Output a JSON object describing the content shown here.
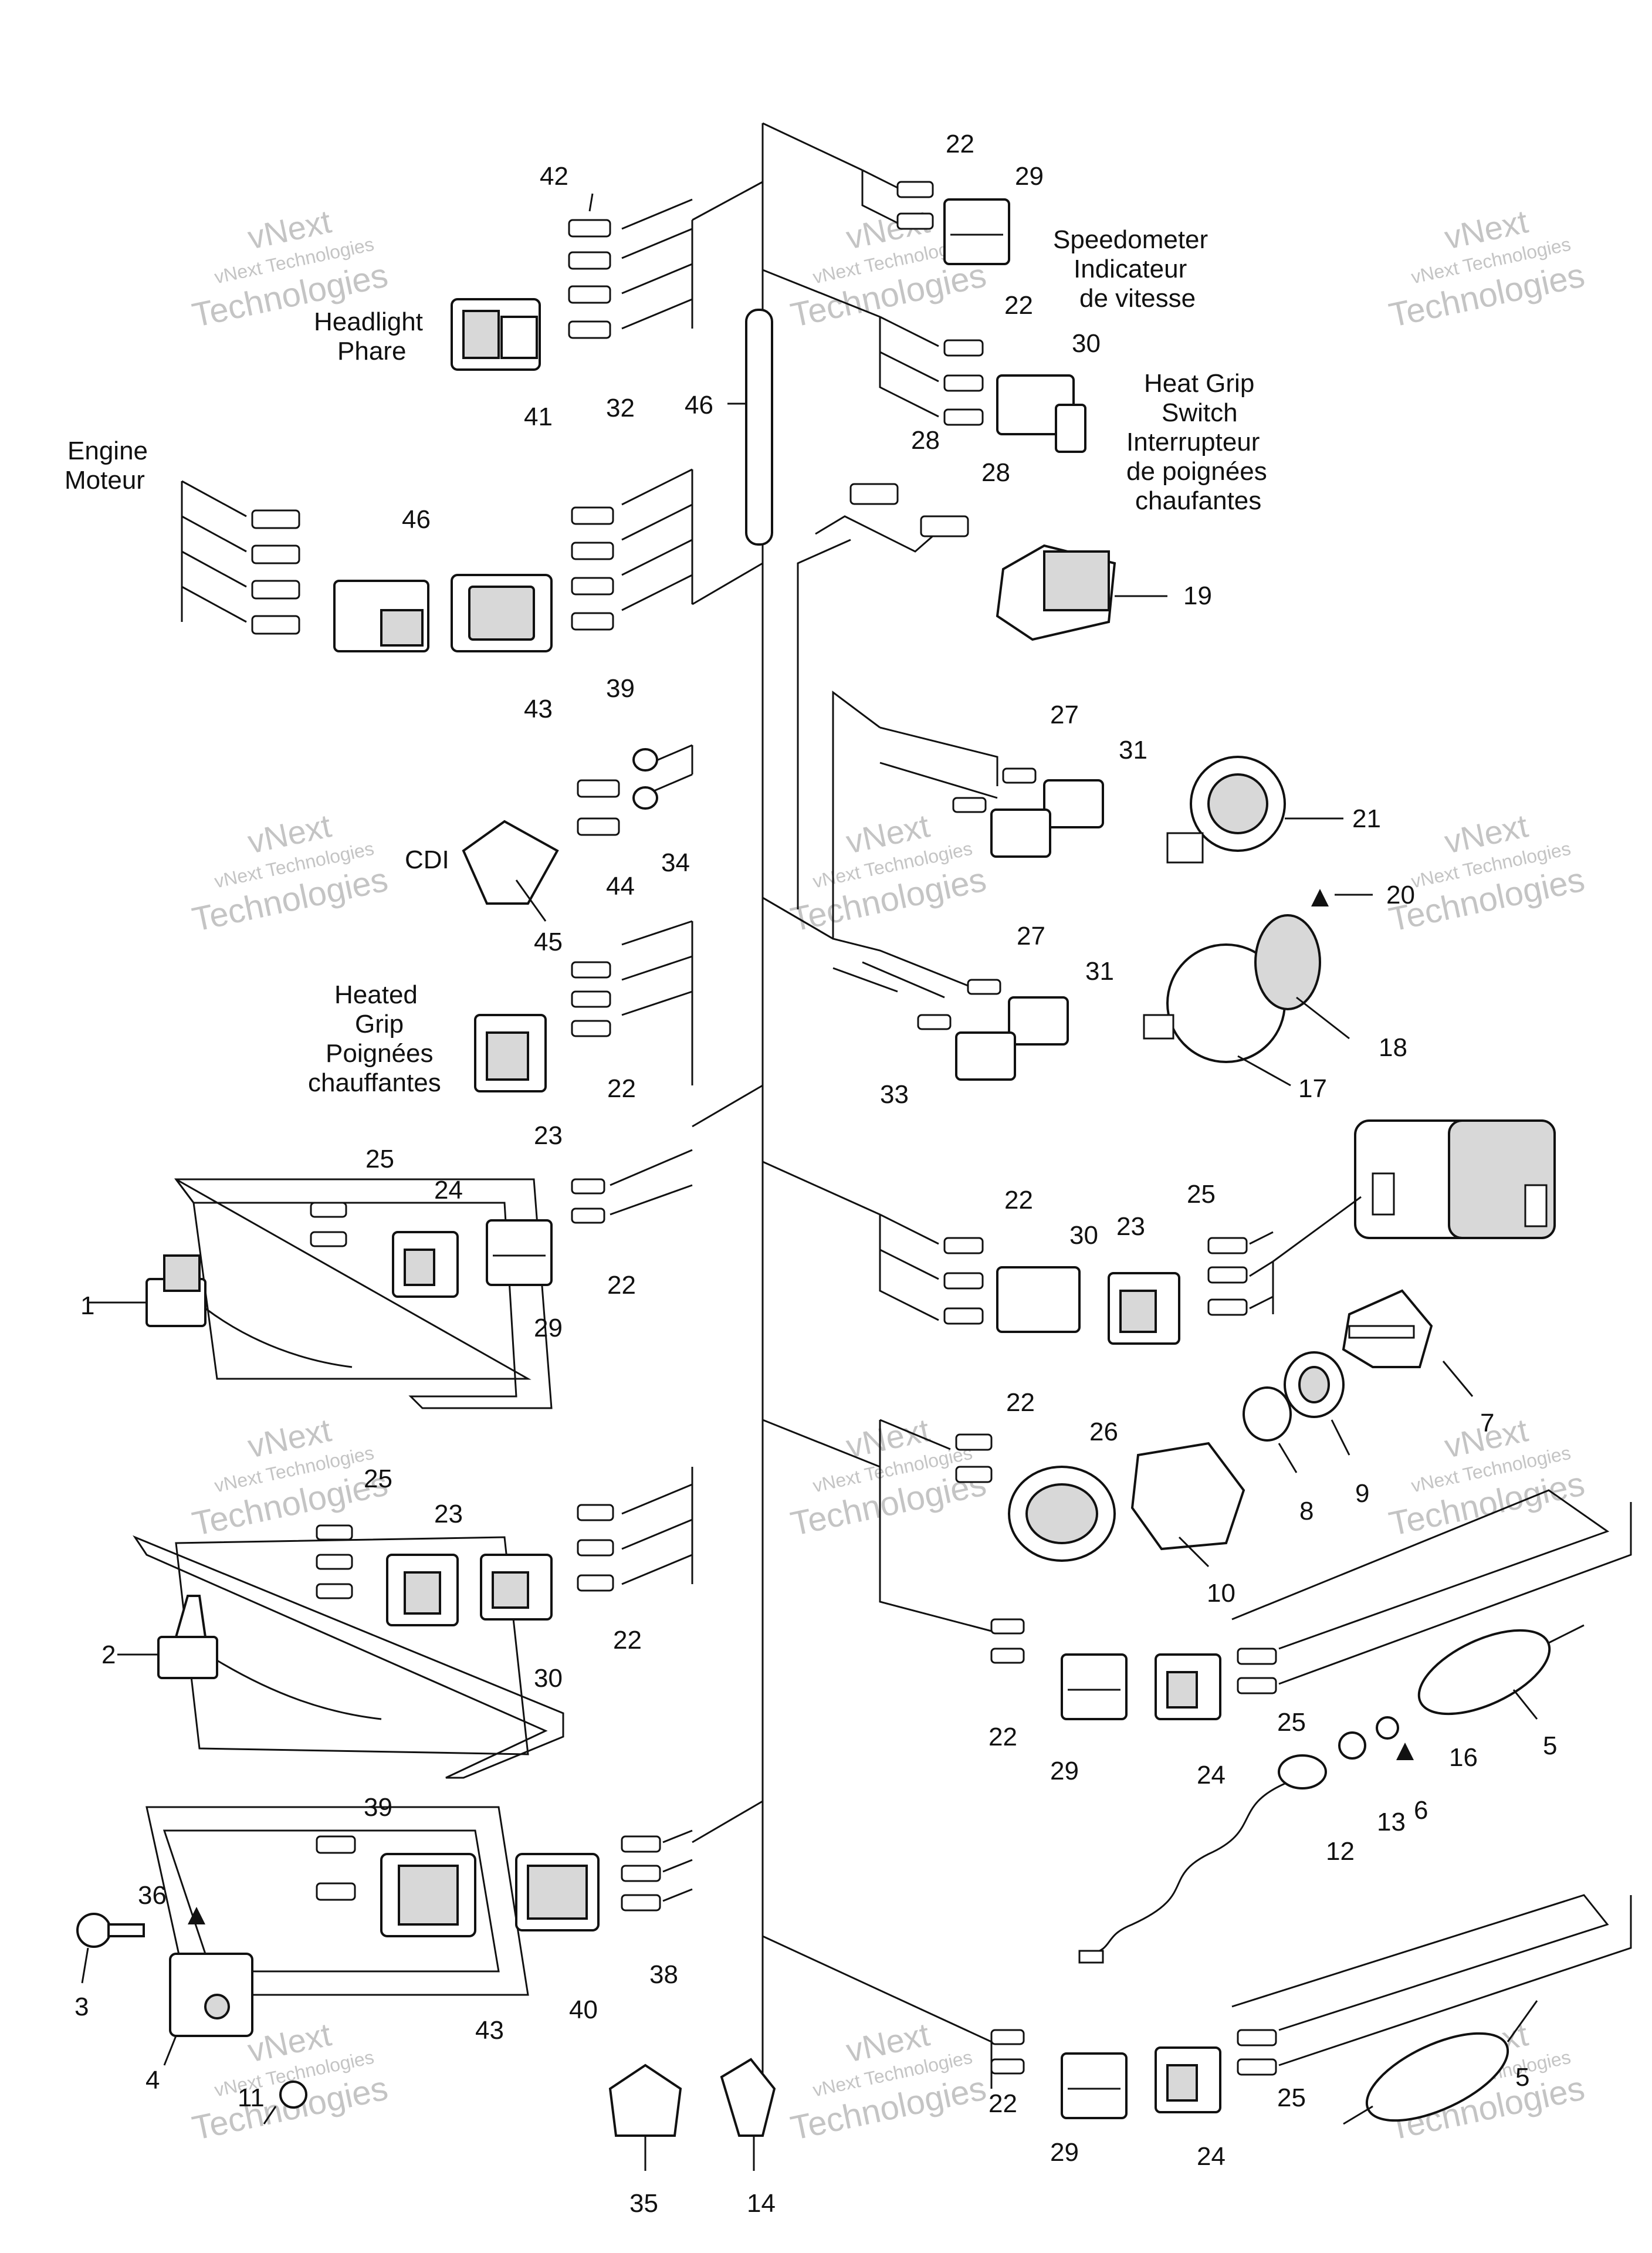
{
  "labels": {
    "speedometer_en": "Speedometer",
    "speedometer_fr1": "Indicateur",
    "speedometer_fr2": "de vitesse",
    "headlight_en": "Headlight",
    "headlight_fr": "Phare",
    "heatgrip_switch_en1": "Heat Grip",
    "heatgrip_switch_en2": "Switch",
    "heatgrip_switch_fr1": "Interrupteur",
    "heatgrip_switch_fr2": "de poignées",
    "heatgrip_switch_fr3": "chaufantes",
    "engine_en": "Engine",
    "engine_fr": "Moteur",
    "cdi": "CDI",
    "heated_grip_en1": "Heated",
    "heated_grip_en2": "Grip",
    "heated_grip_fr1": "Poignées",
    "heated_grip_fr2": "chauffantes"
  },
  "watermark": {
    "line1": "vNext",
    "line2": "vNext Technologies",
    "line3": "Technologies"
  },
  "callouts": {
    "c22a": "22",
    "c29a": "29",
    "c42": "42",
    "c41": "41",
    "c32": "32",
    "c46a": "46",
    "c22b": "22",
    "c30a": "30",
    "c28a": "28",
    "c28b": "28",
    "c19": "19",
    "c46b": "46",
    "c43a": "43",
    "c39a": "39",
    "c27a": "27",
    "c31a": "31",
    "c21": "21",
    "c34": "34",
    "c44": "44",
    "c45": "45",
    "c20": "20",
    "c27b": "27",
    "c31b": "31",
    "c18": "18",
    "c33": "33",
    "c17": "17",
    "c23a": "23",
    "c22c": "22",
    "c25a": "25",
    "c24a": "24",
    "c22d": "22",
    "c29b": "29",
    "c1": "1",
    "c22e": "22",
    "c30b": "30",
    "c23b": "23",
    "c25b": "25",
    "c7": "7",
    "c22f": "22",
    "c26": "26",
    "c8": "8",
    "c9": "9",
    "c10": "10",
    "c25c": "25",
    "c23c": "23",
    "c2": "2",
    "c30c": "30",
    "c22g": "22",
    "c22h": "22",
    "c29c": "29",
    "c24b": "24",
    "c25d": "25",
    "c5a": "5",
    "c16": "16",
    "c6": "6",
    "c13": "13",
    "c12": "12",
    "c39b": "39",
    "c36": "36",
    "c43b": "43",
    "c40": "40",
    "c38": "38",
    "c3": "3",
    "c4": "4",
    "c11": "11",
    "c22i": "22",
    "c29d": "29",
    "c24c": "24",
    "c25e": "25",
    "c5b": "5",
    "c35": "35",
    "c14": "14"
  }
}
